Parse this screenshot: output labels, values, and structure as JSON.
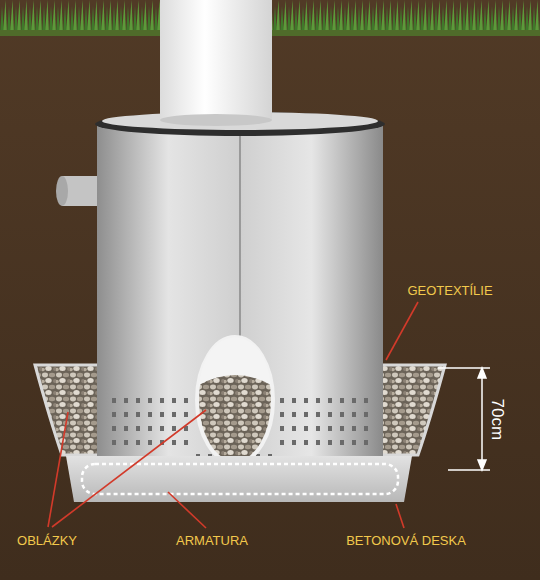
{
  "diagram": {
    "labels": [
      "GEOTEXTÍLIE",
      "70cm",
      "OBLÁZKY",
      "ARMATURA",
      "BETONOVÁ DESKA"
    ]
  }
}
